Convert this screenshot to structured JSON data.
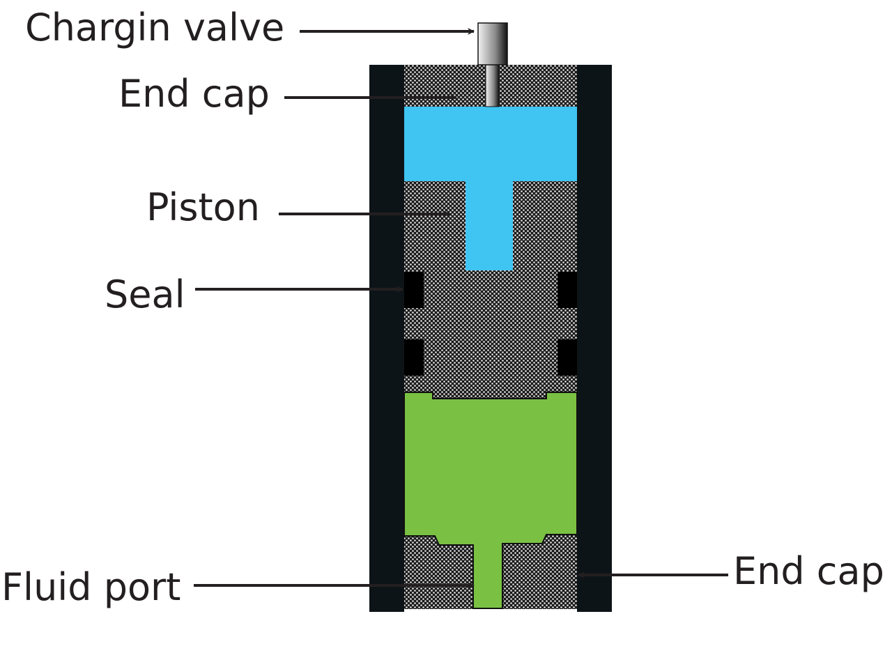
{
  "labels": {
    "charging_valve": "Chargin valve",
    "end_cap_top": "End cap",
    "piston": "Piston",
    "seal": "Seal",
    "fluid_port": "Fluid port",
    "end_cap_bottom": "End cap"
  },
  "colors": {
    "wall": "#0d1418",
    "gas": "#40c4f2",
    "fluid": "#7ac143",
    "seal": "#000000",
    "text": "#231f20"
  }
}
